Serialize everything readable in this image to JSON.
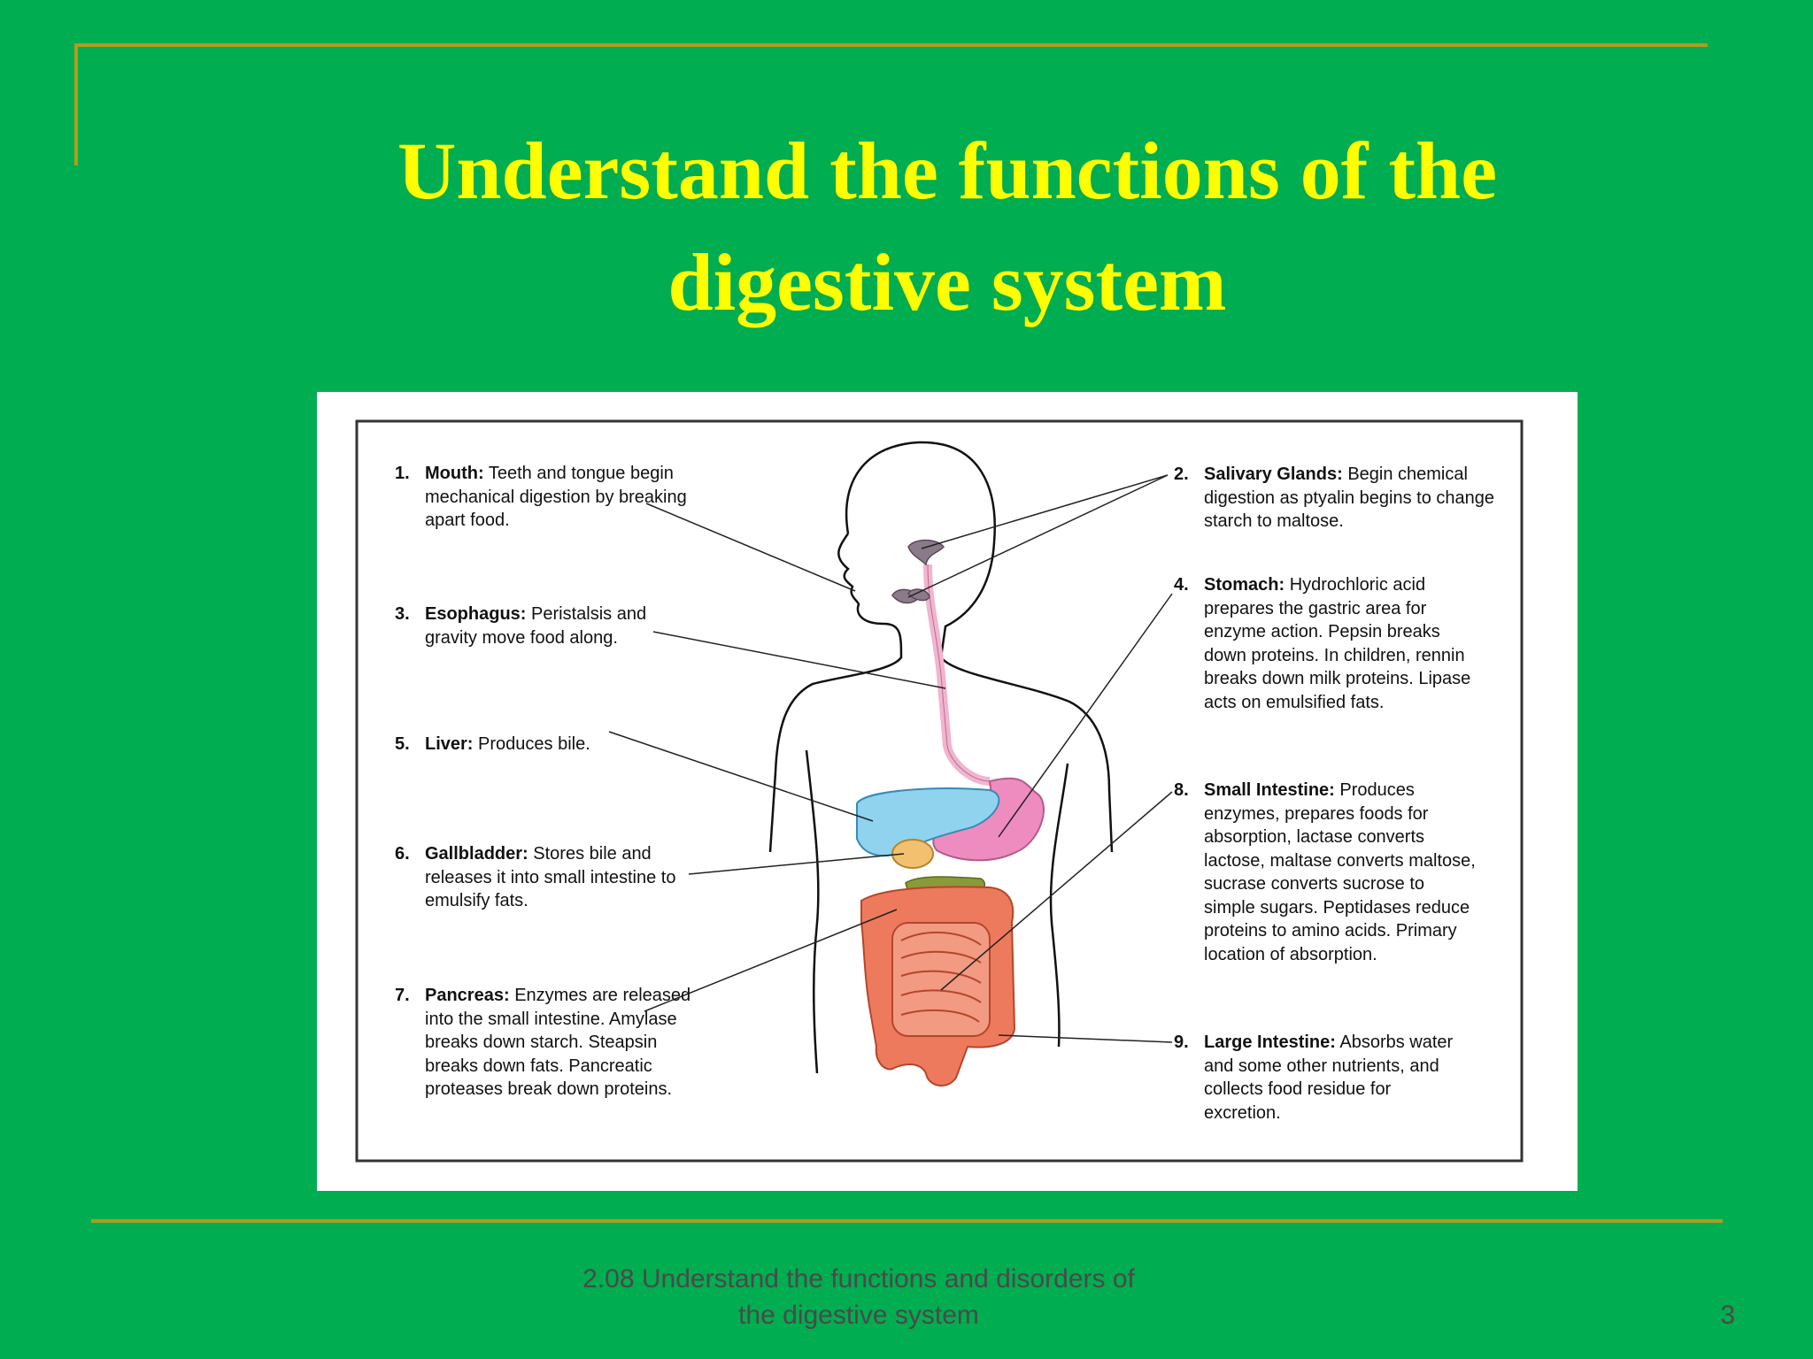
{
  "slide": {
    "title_line1": "Understand the functions of the",
    "title_line2": "digestive system",
    "footer_line1": "2.08 Understand the functions and disorders of",
    "footer_line2": "the digestive system",
    "page_number": "3",
    "colors": {
      "background": "#00ad50",
      "title": "#ffff00",
      "rule": "#b49a1a",
      "footer_text": "#4a4a4a"
    }
  },
  "diagram": {
    "labels": [
      {
        "num": "1.",
        "name": "Mouth:",
        "text": "Teeth and tongue begin mechanical digestion by breaking apart food."
      },
      {
        "num": "2.",
        "name": "Salivary Glands:",
        "text": "Begin chemical digestion as ptyalin begins to change starch to maltose."
      },
      {
        "num": "3.",
        "name": "Esophagus:",
        "text": "Peristalsis and gravity move food along."
      },
      {
        "num": "4.",
        "name": "Stomach:",
        "text": "Hydrochloric acid prepares the gastric area for enzyme action. Pepsin breaks down proteins. In children, rennin breaks down milk proteins. Lipase acts on emulsified fats."
      },
      {
        "num": "5.",
        "name": "Liver:",
        "text": "Produces bile."
      },
      {
        "num": "6.",
        "name": "Gallbladder:",
        "text": "Stores bile and releases it into small intestine to emulsify fats."
      },
      {
        "num": "7.",
        "name": "Pancreas:",
        "text": "Enzymes are released into the small intestine. Amylase breaks down starch. Steapsin breaks down fats. Pancreatic proteases break down proteins."
      },
      {
        "num": "8.",
        "name": "Small Intestine:",
        "text": "Produces enzymes, prepares foods for absorption, lactase converts lactose, maltase converts maltose, sucrase converts sucrose to simple sugars. Peptidases reduce proteins to amino acids. Primary location of absorption."
      },
      {
        "num": "9.",
        "name": "Large Intestine:",
        "text": "Absorbs water and some other nutrients, and collects food residue for excretion."
      }
    ],
    "organ_colors": {
      "liver": "#8fd3ee",
      "stomach": "#ee8cc0",
      "gallbladder": "#f3c070",
      "pancreas": "#8a9a3a",
      "intestine": "#ee7a5e",
      "esophagus": "#f2b4cf",
      "salivary": "#8a7a8a"
    }
  }
}
